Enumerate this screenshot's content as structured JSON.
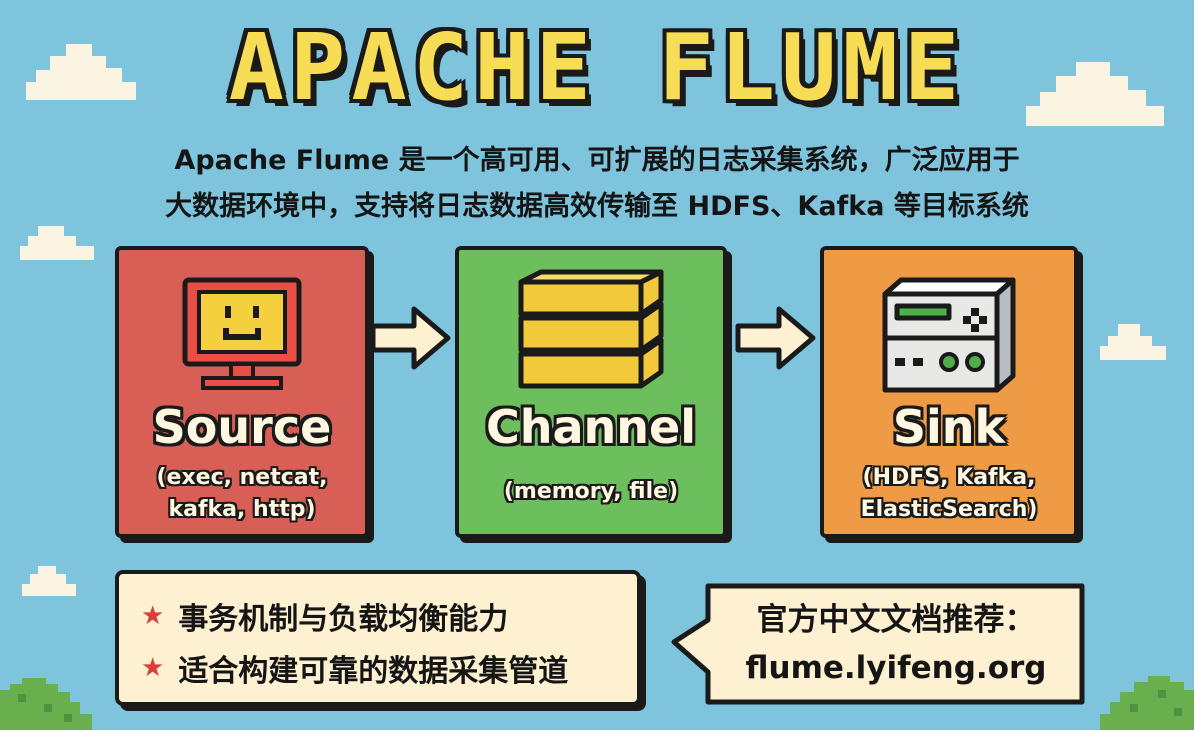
{
  "title": "APACHE FLUME",
  "subtitle": {
    "line1": "Apache Flume 是一个高可用、可扩展的日志采集系统，广泛应用于",
    "line2": "大数据环境中，支持将日志数据高效传输至 HDFS、Kafka 等目标系统"
  },
  "components": {
    "source": {
      "name": "Source",
      "types_line1": "(exec, netcat,",
      "types_line2": "kafka, http)"
    },
    "channel": {
      "name": "Channel",
      "types_line1": "(memory, file)"
    },
    "sink": {
      "name": "Sink",
      "types_line1": "(HDFS, Kafka,",
      "types_line2": "ElasticSearch)"
    }
  },
  "features": [
    "事务机制与负载均衡能力",
    "适合构建可靠的数据采集管道"
  ],
  "recommend": {
    "label": "官方中文文档推荐：",
    "url": "flume.lyifeng.org"
  },
  "colors": {
    "background": "#7ec4dd",
    "title": "#f7dc55",
    "source": "#d85f55",
    "channel": "#6cbf5c",
    "sink": "#ef9a45",
    "panel": "#fdf1d2",
    "star": "#d9403a"
  },
  "icons": [
    "computer-icon",
    "storage-stack-icon",
    "server-icon",
    "arrow-right-icon",
    "star-icon",
    "cloud",
    "bush"
  ]
}
